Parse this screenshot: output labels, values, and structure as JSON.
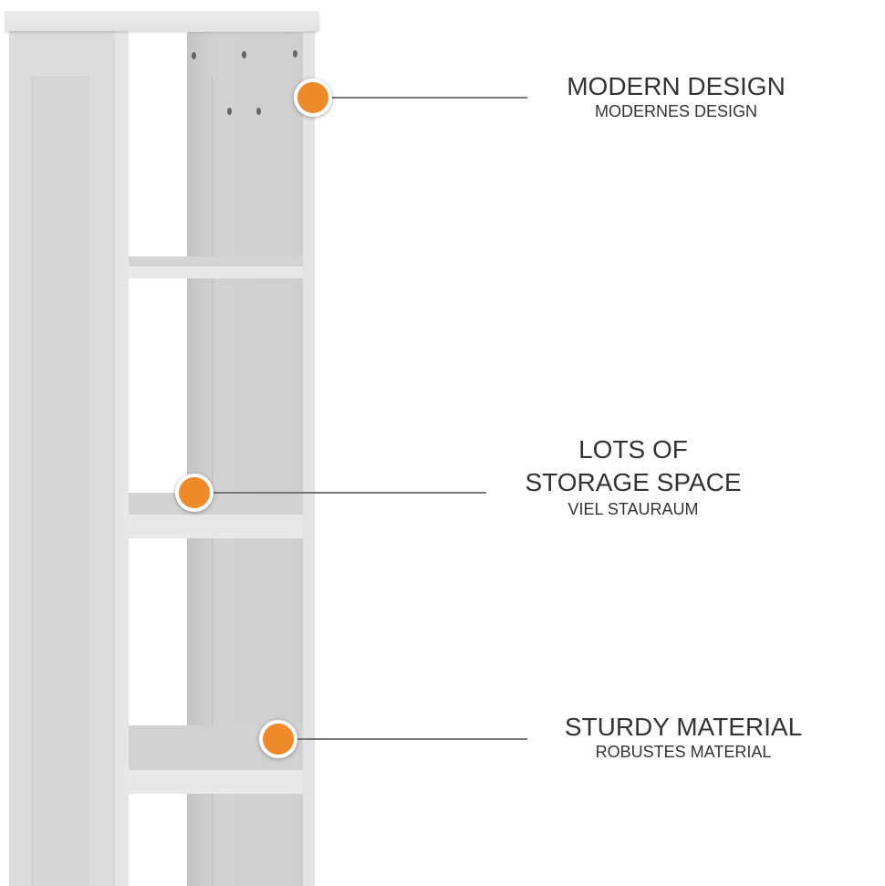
{
  "colors": {
    "accent": "#ee8a2a",
    "text": "#333333",
    "line": "#777777"
  },
  "callouts": [
    {
      "title_lines": [
        "MODERN DESIGN"
      ],
      "subtitle": "MODERNES DESIGN"
    },
    {
      "title_lines": [
        "LOTS OF",
        "STORAGE SPACE"
      ],
      "subtitle": "VIEL STAURAUM"
    },
    {
      "title_lines": [
        "STURDY MATERIAL"
      ],
      "subtitle": "ROBUSTES MATERIAL"
    }
  ]
}
